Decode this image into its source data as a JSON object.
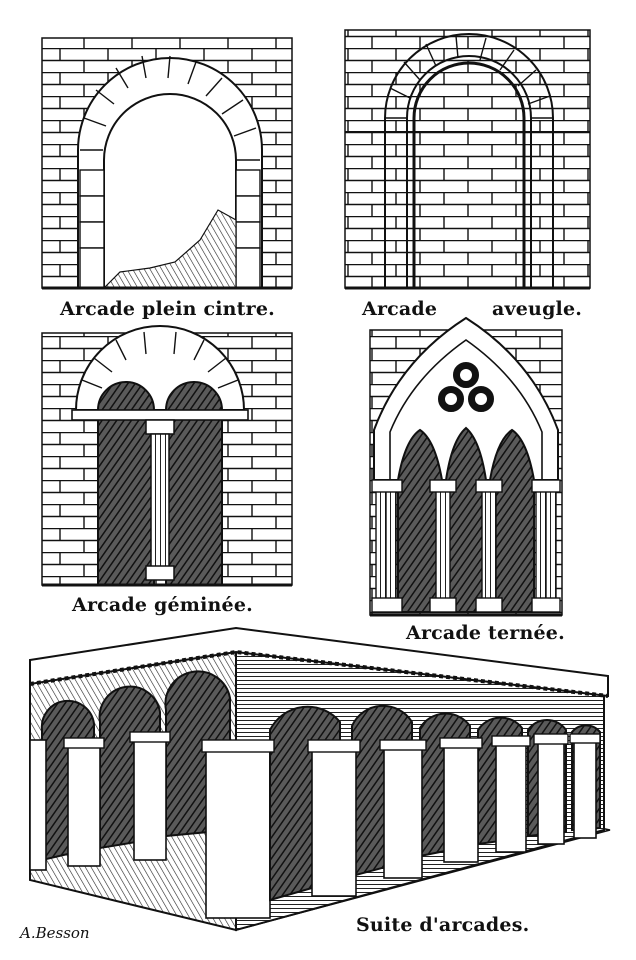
{
  "captions": {
    "plein_cintre": "Arcade plein cintre.",
    "aveugle": "Arcade aveugle.",
    "geminee": "Arcade géminée.",
    "ternee": "Arcade ternée.",
    "suite": "Suite d'arcades."
  },
  "signature": "A.Besson",
  "colors": {
    "ink": "#111111",
    "paper": "#ffffff",
    "shade": "#3a3a3a"
  }
}
